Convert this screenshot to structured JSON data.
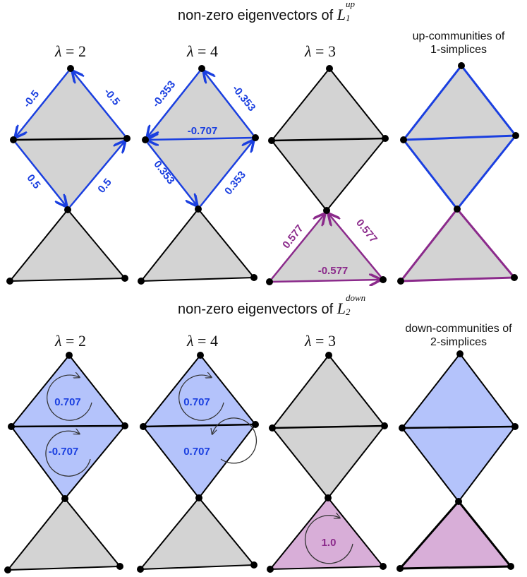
{
  "colors": {
    "gray_fill": "#d3d3d3",
    "blue": "#1a3fe0",
    "purple": "#8b2a8b",
    "blue_fill": "#b4c3fb",
    "purple_fill": "#d8aed8",
    "black": "#000000"
  },
  "top_section": {
    "heading": {
      "text": "non-zero eigenvectors of ",
      "symbol": "L",
      "sub": "1",
      "sup": "up"
    },
    "columns": [
      {
        "lambda": "λ",
        "eq": " = 2"
      },
      {
        "lambda": "λ",
        "eq": " = 4"
      },
      {
        "lambda": "λ",
        "eq": " = 3"
      }
    ],
    "community_title": [
      "up-communities of",
      "1-simplices"
    ],
    "panel1_labels": {
      "edge_left_top": "-0.5",
      "edge_right_top": "-0.5",
      "edge_left_bottom": "0.5",
      "edge_right_bottom": "0.5"
    },
    "panel2_labels": {
      "edge_left_top": "-0.353",
      "edge_right_top": "-0.353",
      "edge_middle": "-0.707",
      "edge_left_bottom": "0.353",
      "edge_right_bottom": "0.353"
    },
    "panel3_labels": {
      "edge_left": "0.577",
      "edge_right": "0.577",
      "edge_bottom": "-0.577"
    }
  },
  "bottom_section": {
    "heading": {
      "text": "non-zero eigenvectors of ",
      "symbol": "L",
      "sub": "2",
      "sup": "down"
    },
    "columns": [
      {
        "lambda": "λ",
        "eq": " = 2"
      },
      {
        "lambda": "λ",
        "eq": " = 4"
      },
      {
        "lambda": "λ",
        "eq": " = 3"
      }
    ],
    "community_title": [
      "down-communities of",
      "2-simplices"
    ],
    "panel1_labels": {
      "upper_triangle": "0.707",
      "lower_triangle": "-0.707"
    },
    "panel2_labels": {
      "upper_triangle": "0.707",
      "lower_triangle": "0.707"
    },
    "panel3_labels": {
      "bottom_triangle": "1.0"
    }
  }
}
